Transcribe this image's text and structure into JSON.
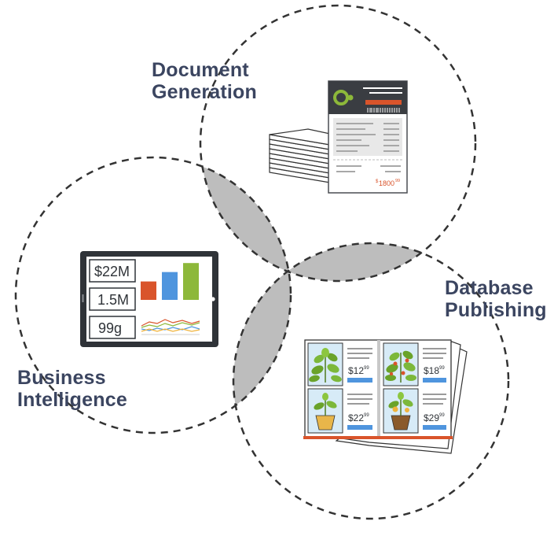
{
  "labels": {
    "document_line1": "Document",
    "document_line2": "Generation",
    "database_line1": "Database",
    "database_line2": "Publishing",
    "business_line1": "Business",
    "business_line2": "Intelligence"
  },
  "tablet": {
    "kpis": [
      "$22M",
      "1.5M",
      "99g"
    ],
    "bars": [
      {
        "value": 0.45,
        "color": "#d9542b"
      },
      {
        "value": 0.68,
        "color": "#4f95de"
      },
      {
        "value": 0.9,
        "color": "#8db83a"
      }
    ]
  },
  "invoice": {
    "amount": "1800",
    "currency": "$",
    "cents": "99"
  },
  "catalog": {
    "prices": [
      {
        "dollars": "$12",
        "cents": "99"
      },
      {
        "dollars": "$18",
        "cents": "99"
      },
      {
        "dollars": "$22",
        "cents": "99"
      },
      {
        "dollars": "$29",
        "cents": "99"
      }
    ]
  },
  "colors": {
    "label_text": "#3b4560",
    "overlap_fill": "#bdbdbd",
    "dash_stroke": "#333333",
    "tablet_frame": "#2f3338",
    "invoice_header": "#3a3d42",
    "invoice_accent": "#d9542b",
    "invoice_logo": "#8db83a",
    "catalog_blue": "#4f95de",
    "catalog_bg": "#d7ebf7",
    "catalog_spine": "#d9542b"
  }
}
